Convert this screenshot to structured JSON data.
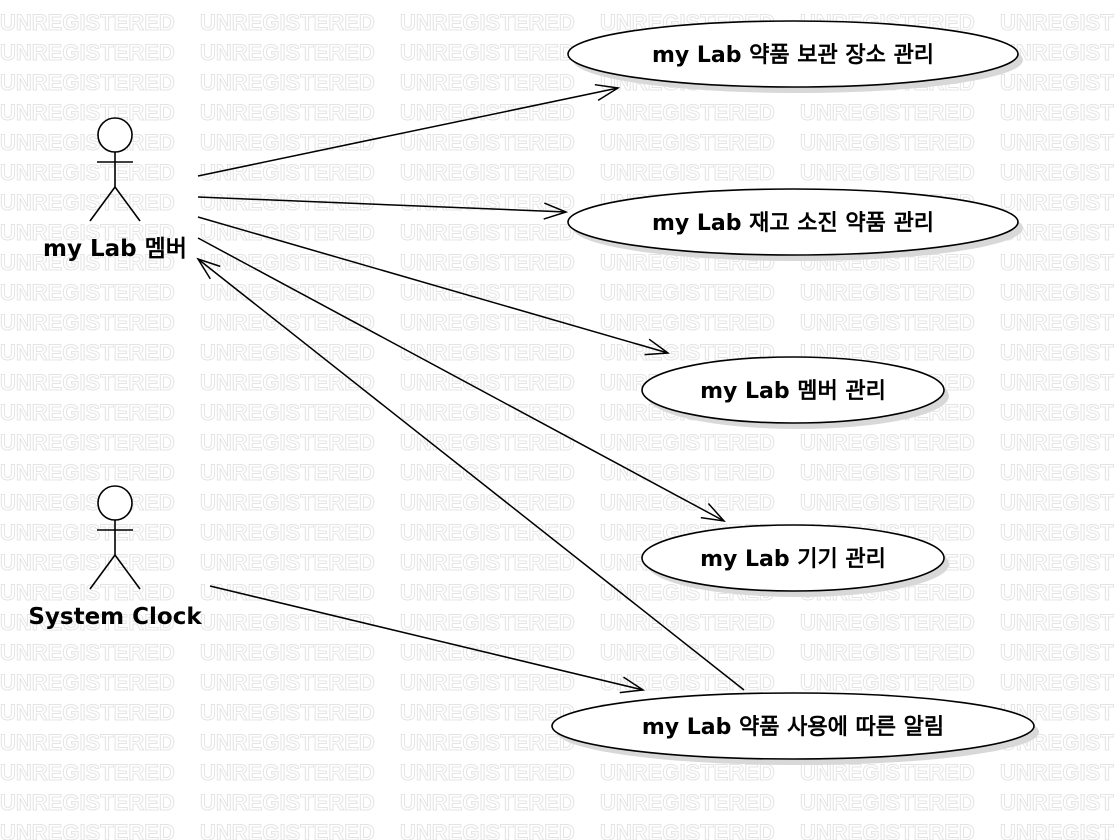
{
  "watermark": {
    "text": "UNREGISTERED"
  },
  "actors": [
    {
      "id": "member",
      "label": "my Lab 멤버"
    },
    {
      "id": "clock",
      "label": "System Clock"
    }
  ],
  "use_cases": [
    {
      "id": "uc_storage",
      "label": "my Lab 약품 보관 장소 관리"
    },
    {
      "id": "uc_stock",
      "label": "my Lab 재고 소진 약품 관리"
    },
    {
      "id": "uc_members",
      "label": "my Lab 멤버 관리"
    },
    {
      "id": "uc_devices",
      "label": "my Lab 기기 관리"
    },
    {
      "id": "uc_alert",
      "label": "my Lab 약품 사용에 따른 알림"
    }
  ],
  "associations": [
    {
      "from": "member",
      "to": "uc_storage"
    },
    {
      "from": "member",
      "to": "uc_stock"
    },
    {
      "from": "member",
      "to": "uc_members"
    },
    {
      "from": "member",
      "to": "uc_devices"
    },
    {
      "from": "clock",
      "to": "uc_alert"
    },
    {
      "from": "uc_alert",
      "to": "member"
    }
  ]
}
